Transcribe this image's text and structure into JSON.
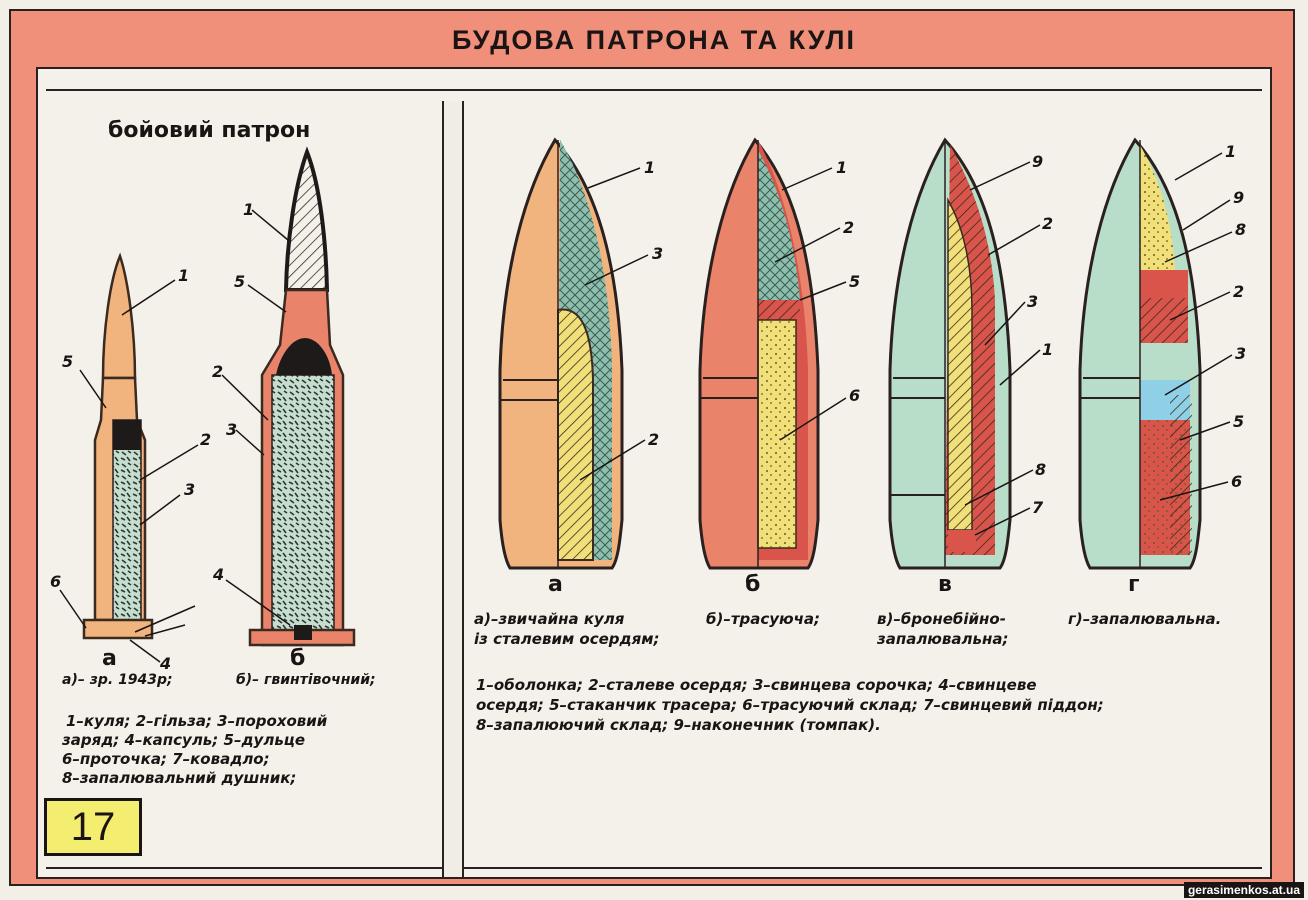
{
  "title": "БУДОВА ПАТРОНА ТА КУЛІ",
  "left": {
    "heading": "бойовий патрон",
    "variant_a": "а",
    "variant_b": "б",
    "caption_a": "а)– зр. 1943р;",
    "caption_b": "б)– гвинтівочний;",
    "legend": [
      "1–куля;  2–гільза;  3–пороховий",
      "заряд;  4–капсуль;        5–дульце",
      "6–проточка;  7–ковадло;",
      "8–запалювальний душник;"
    ],
    "callouts_a": [
      "1",
      "5",
      "2",
      "3",
      "6",
      "4"
    ],
    "callouts_b": [
      "1",
      "5",
      "2",
      "3",
      "4"
    ]
  },
  "right": {
    "letters": [
      "а",
      "б",
      "в",
      "г"
    ],
    "captions": [
      [
        "а)–звичайна куля",
        "із сталевим осердям;"
      ],
      [
        "б)–трасуюча;"
      ],
      [
        "в)–бронебійно-",
        "запалювальна;"
      ],
      [
        "г)–запалювальна."
      ]
    ],
    "legend": [
      "1–оболонка;  2–сталеве осердя;   3–свинцева сорочка;  4–свинцеве",
      "осердя;  5–стаканчик трасера;  6–трасуючий склад;  7–свинцевий піддон;",
      "8–запалюючий склад;   9–наконечник (томпак)."
    ],
    "callouts": {
      "a": [
        "1",
        "3",
        "2"
      ],
      "b": [
        "1",
        "2",
        "5",
        "6"
      ],
      "v": [
        "9",
        "2",
        "3",
        "1",
        "8",
        "7"
      ],
      "g": [
        "1",
        "9",
        "8",
        "2",
        "3",
        "5",
        "6"
      ]
    }
  },
  "page_number": "17",
  "watermark": "gerasimenkos.at.ua",
  "colors": {
    "frame": "#f0907a",
    "brass": "#f2b47e",
    "copper": "#e9846a",
    "steel_mesh": "#8cbfae",
    "yellow_core": "#f1e07a",
    "green_jacket": "#b8ddc8",
    "red_compound": "#d9544a",
    "blue_tracer": "#8fd0e6",
    "powder": "#5c8a6e"
  }
}
